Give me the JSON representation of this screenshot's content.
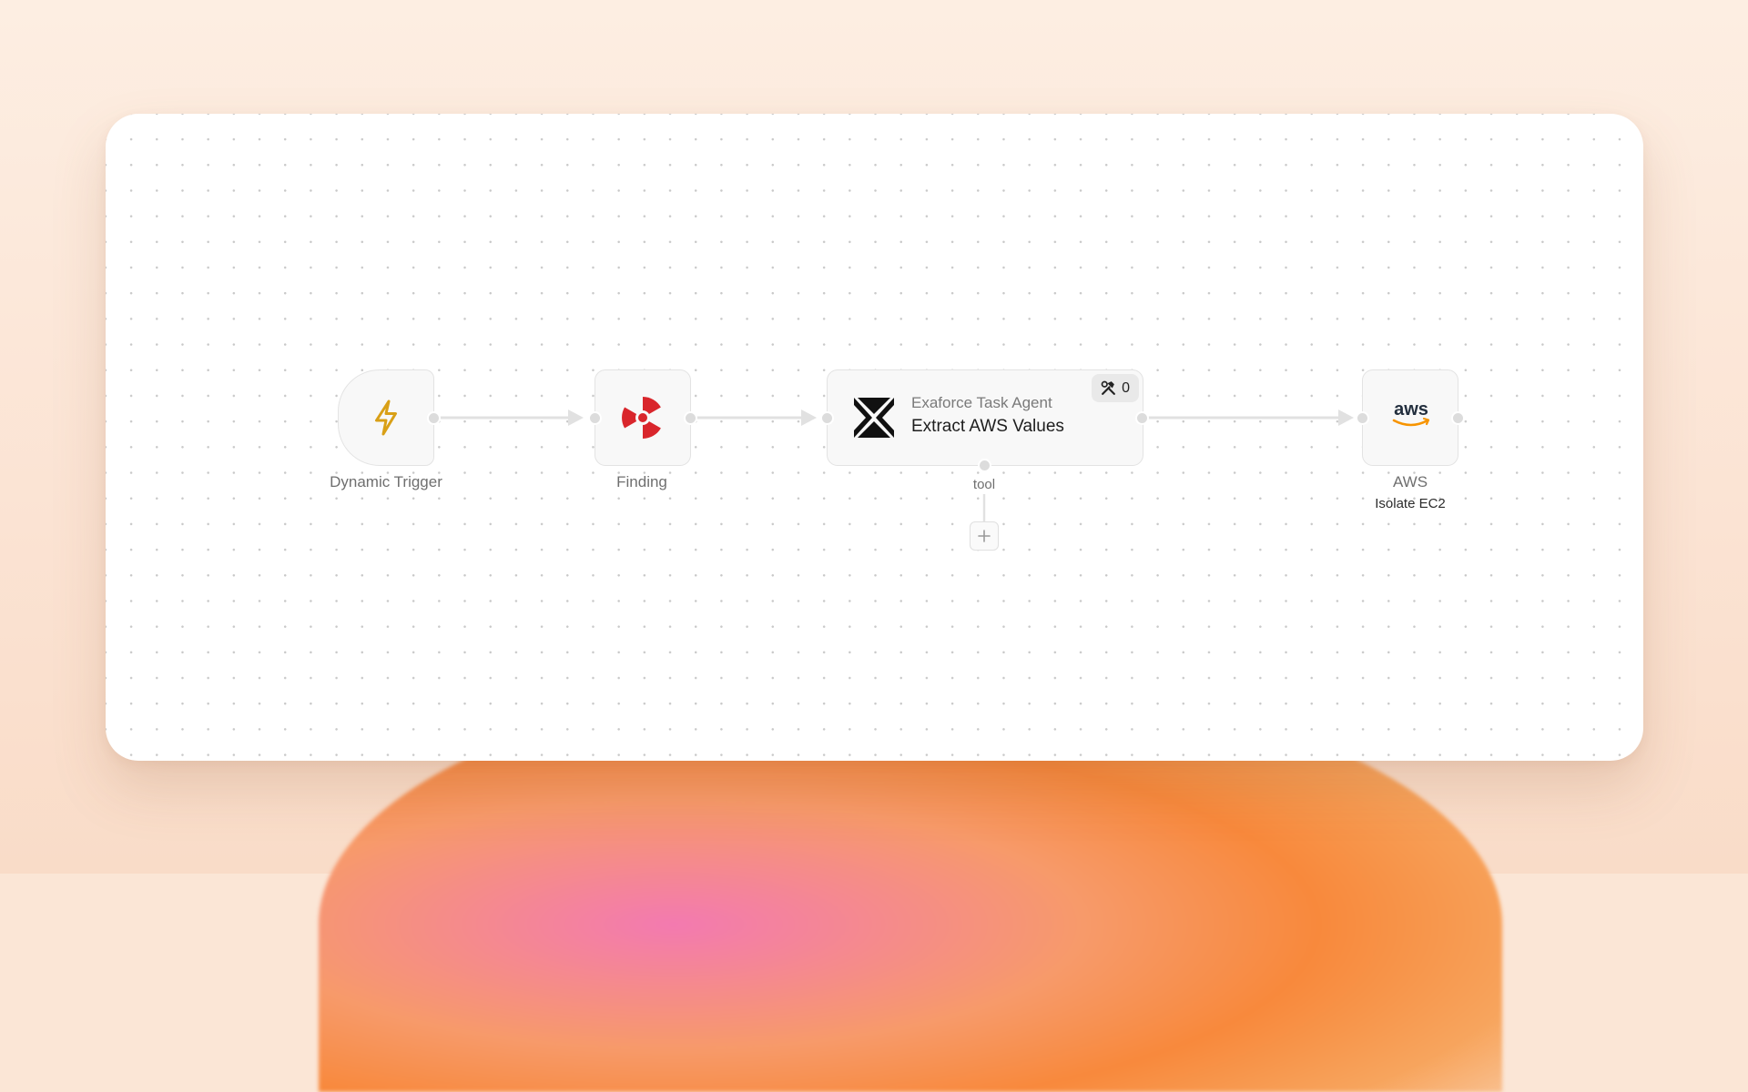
{
  "workflow": {
    "nodes": {
      "trigger": {
        "label": "Dynamic Trigger",
        "icon": "lightning-bolt-icon",
        "icon_color": "#d9a017"
      },
      "finding": {
        "label": "Finding",
        "icon": "radioactive-icon",
        "icon_color": "#d9262c"
      },
      "agent": {
        "kind": "Exaforce Task Agent",
        "title": "Extract AWS Values",
        "icon": "exaforce-logo-icon",
        "tool_count": "0",
        "tool_icon": "hammer-wrench-icon",
        "tool_handle_label": "tool",
        "add_tool_icon": "plus-icon"
      },
      "aws": {
        "label": "AWS",
        "sublabel": "Isolate EC2",
        "icon": "aws-logo-icon",
        "logo_text": "aws",
        "smile_color": "#f79400"
      }
    }
  },
  "colors": {
    "edge": "#e1e1e1",
    "handle": "#dcdcdc",
    "node_border": "#e3e3e3"
  }
}
